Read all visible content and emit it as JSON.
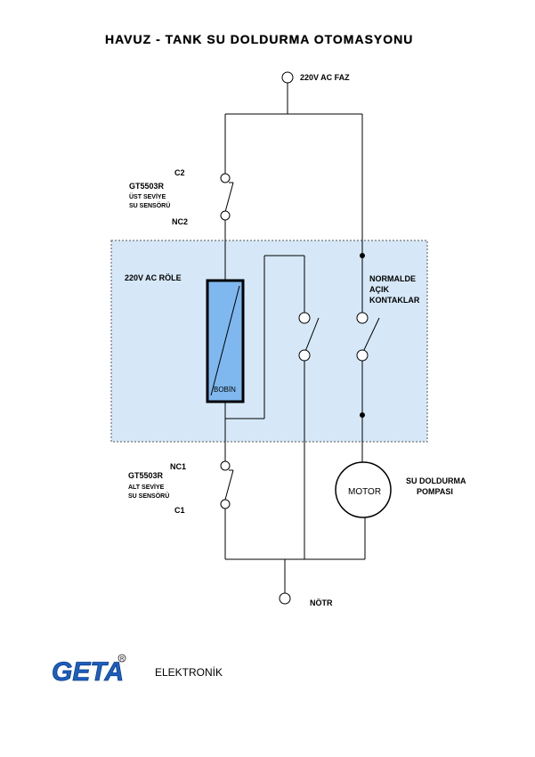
{
  "title": "HAVUZ - TANK  SU DOLDURMA  OTOMASYONU",
  "supply": {
    "phase_label": "220V AC FAZ",
    "neutral_label": "NÖTR"
  },
  "relay": {
    "label": "220V AC RÖLE",
    "coil_label": "BOBİN",
    "contacts_label": [
      "NORMALDE",
      "AÇIK",
      "KONTAKLAR"
    ]
  },
  "upper_sensor": {
    "terminal_top": "C2",
    "terminal_bottom": "NC2",
    "model": "GT5503R",
    "desc": [
      "ÜST SEVİYE",
      "SU SENSÖRÜ"
    ]
  },
  "lower_sensor": {
    "terminal_top": "NC1",
    "terminal_bottom": "C1",
    "model": "GT5503R",
    "desc": [
      "ALT SEVİYE",
      "SU SENSÖRÜ"
    ]
  },
  "motor": {
    "label": "MOTOR",
    "desc": [
      "SU DOLDURMA",
      "POMPASI"
    ]
  },
  "brand": {
    "logo_text": "GETA",
    "registered": "R",
    "sub": "ELEKTRONİK"
  },
  "colors": {
    "relay_box": "#d6e8f7",
    "coil_fill": "#7fb8ee",
    "logo_blue": "#1c5fbf"
  }
}
